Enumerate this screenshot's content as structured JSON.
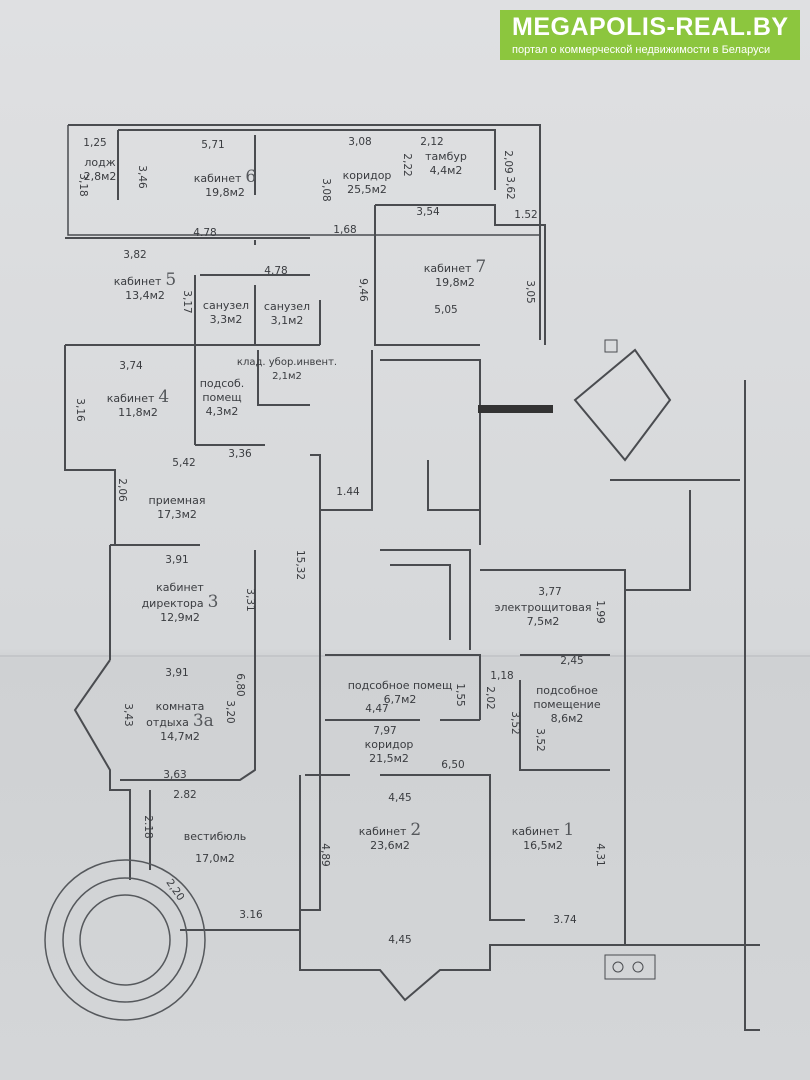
{
  "logo": {
    "title": "MEGAPOLIS-REAL.BY",
    "subtitle": "портал о коммерческой недвижимости в Беларуси"
  },
  "rooms": [
    {
      "name": "лодж",
      "number": "",
      "area": "2,8м2"
    },
    {
      "name": "кабинет",
      "number": "6",
      "area": "19,8м2"
    },
    {
      "name": "коридор",
      "number": "",
      "area": "25,5м2"
    },
    {
      "name": "тамбур",
      "number": "",
      "area": "4,4м2"
    },
    {
      "name": "кабинет",
      "number": "7",
      "area": "19,8м2"
    },
    {
      "name": "кабинет",
      "number": "5",
      "area": "13,4м2"
    },
    {
      "name": "санузел",
      "number": "",
      "area": "3,3м2"
    },
    {
      "name": "санузел",
      "number": "",
      "area": "3,1м2"
    },
    {
      "name": "кабинет",
      "number": "4",
      "area": "11,8м2"
    },
    {
      "name": "подсоб. помещ",
      "number": "",
      "area": "4,3м2"
    },
    {
      "name": "клад. убор.инвент.",
      "number": "",
      "area": "2,1м2"
    },
    {
      "name": "приемная",
      "number": "",
      "area": "17,3м2"
    },
    {
      "name": "кабинет директора",
      "number": "3",
      "area": "12,9м2"
    },
    {
      "name": "электрощитовая",
      "number": "",
      "area": "7,5м2"
    },
    {
      "name": "подсобное помещ",
      "number": "",
      "area": "6,7м2"
    },
    {
      "name": "подсобное помещение",
      "number": "",
      "area": "8,6м2"
    },
    {
      "name": "комната отдыха",
      "number": "3а",
      "area": "14,7м2"
    },
    {
      "name": "коридор",
      "number": "",
      "area": "21,5м2"
    },
    {
      "name": "вестибюль",
      "number": "",
      "area": "17,0м2"
    },
    {
      "name": "кабинет",
      "number": "2",
      "area": "23,6м2"
    },
    {
      "name": "кабинет",
      "number": "1",
      "area": "16,5м2"
    }
  ],
  "dimensions": [
    "1,25",
    "5,71",
    "3,08",
    "2,12",
    "3,18",
    "3,46",
    "3,08",
    "2,22",
    "2,09",
    "3,62",
    "3,54",
    "1.52",
    "4.78",
    "1,68",
    "3,82",
    "4.78",
    "9,46",
    "3,17",
    "3,05",
    "5,05",
    "3,74",
    "3,16",
    "3,36",
    "5,42",
    "2,06",
    "1.44",
    "15,32",
    "3,91",
    "3,31",
    "3,77",
    "1,99",
    "3,91",
    "2,45",
    "1,18",
    "6,80",
    "3,43",
    "3,20",
    "1,55",
    "2,02",
    "4,47",
    "3,52",
    "3,52",
    "7,97",
    "6,50",
    "3,63",
    "2.82",
    "4,45",
    "2.18",
    "4,89",
    "4,31",
    "2,20",
    "3.16",
    "3.74",
    "4,45"
  ]
}
